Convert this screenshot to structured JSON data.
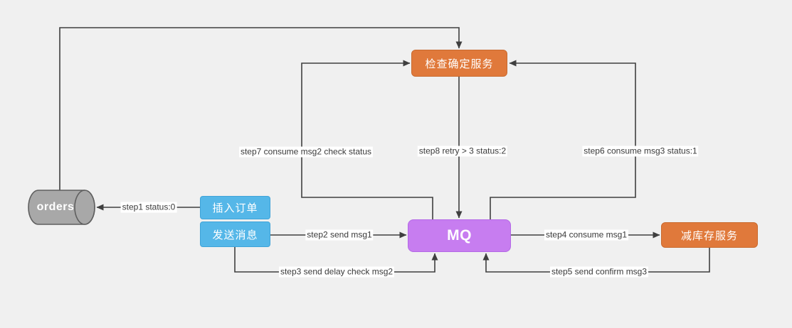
{
  "diagram": {
    "title": "order message-queue flow diagram",
    "colors": {
      "orange": "#E0793B",
      "blue": "#55B7E8",
      "purple": "#C77DF0",
      "gray": "#A8A8A8",
      "line": "#3F3F3F",
      "background": "#F0F0F0"
    },
    "nodes": {
      "orders_db": {
        "label": "orders",
        "shape": "cylinder",
        "color": "gray"
      },
      "check_service": {
        "label": "检查确定服务",
        "shape": "rounded-rect",
        "color": "orange"
      },
      "insert_order": {
        "label": "插入订单",
        "shape": "rounded-rect",
        "color": "blue"
      },
      "send_message": {
        "label": "发送消息",
        "shape": "rounded-rect",
        "color": "blue"
      },
      "mq": {
        "label": "MQ",
        "shape": "rounded-rect",
        "color": "purple"
      },
      "reduce_stock_service": {
        "label": "减库存服务",
        "shape": "rounded-rect",
        "color": "orange"
      }
    },
    "edges": {
      "step1": {
        "label": "step1 status:0",
        "from": "insert_order",
        "to": "orders_db"
      },
      "step2": {
        "label": "step2 send msg1",
        "from": "send_message",
        "to": "mq"
      },
      "step3": {
        "label": "step3 send delay check msg2",
        "from": "send_message",
        "to": "mq"
      },
      "step4": {
        "label": "step4 consume msg1",
        "from": "mq",
        "to": "reduce_stock_service"
      },
      "step5": {
        "label": "step5 send confirm msg3",
        "from": "reduce_stock_service",
        "to": "mq"
      },
      "step6": {
        "label": "step6 consume msg3 status:1",
        "from": "mq",
        "to": "check_service"
      },
      "step7": {
        "label": "step7 consume msg2 check status",
        "from": "mq",
        "to": "check_service"
      },
      "step8": {
        "label": "step8 retry > 3 status:2",
        "from": "check_service",
        "to": "mq"
      },
      "orders_loop": {
        "label": "",
        "from": "orders_db",
        "to": "check_service"
      }
    }
  }
}
